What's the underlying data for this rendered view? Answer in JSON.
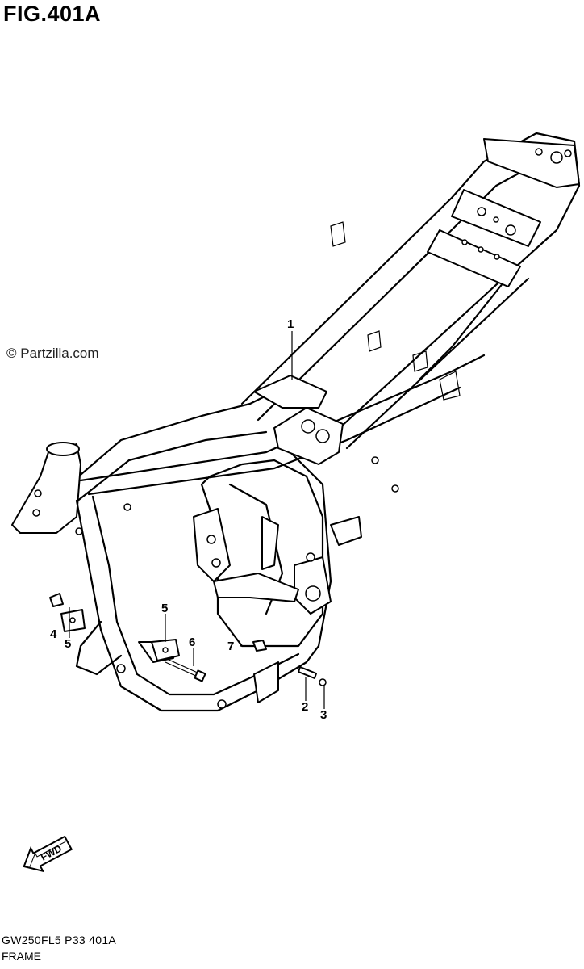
{
  "figure": {
    "title": "FIG.401A"
  },
  "copyright": "© Partzilla.com",
  "callouts": [
    {
      "id": "1",
      "label": "1"
    },
    {
      "id": "2",
      "label": "2"
    },
    {
      "id": "3",
      "label": "3"
    },
    {
      "id": "4",
      "label": "4"
    },
    {
      "id": "5a",
      "label": "5"
    },
    {
      "id": "5b",
      "label": "5"
    },
    {
      "id": "6",
      "label": "6"
    },
    {
      "id": "7",
      "label": "7"
    }
  ],
  "fwd_label": "FWD",
  "footer": {
    "code": "GW250FL5  P33  401A",
    "name": "FRAME"
  }
}
